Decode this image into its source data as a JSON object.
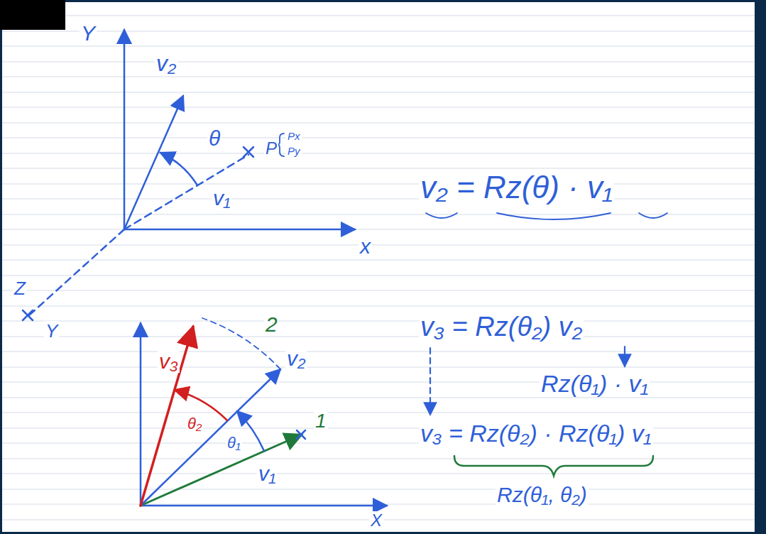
{
  "diagram": {
    "labels": [
      "Y",
      "v₂",
      "θ",
      "P",
      "Px",
      "Py",
      "v₁",
      "x",
      "Z",
      "v₂ = Rz(θ) · v₁",
      "Y",
      "2",
      "v₂",
      "v₃",
      "θ₂",
      "θ₁",
      "1",
      "v₁",
      "X",
      "v₃ = Rz(θ₂) v₂",
      "Rz(θ₁) · v₁",
      "v₃ = Rz(θ₂) · Rz(θ₁) v₁",
      "Rz(θ₁, θ₂)"
    ]
  }
}
